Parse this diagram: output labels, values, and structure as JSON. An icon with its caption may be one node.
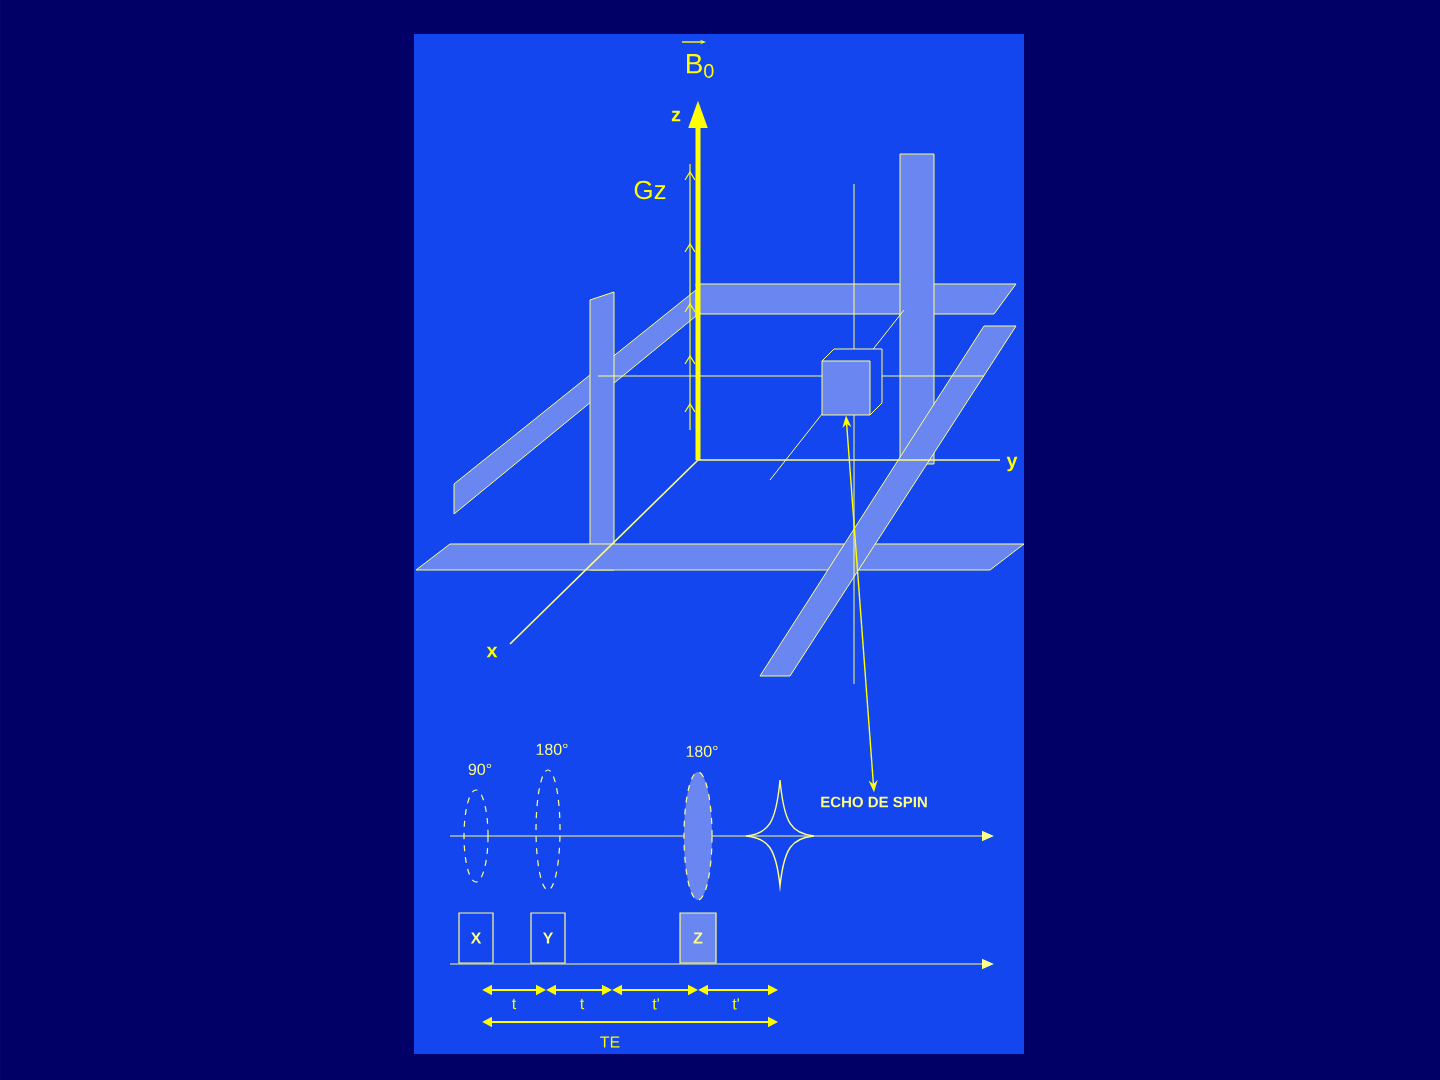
{
  "diagram": {
    "nodes": [
      {
        "text": [],
        "shape": "box"
      },
      {
        "text": [
          "90°"
        ]
      },
      {
        "text": [
          "180°"
        ]
      },
      {
        "text": [
          "180°"
        ]
      },
      {
        "text": [
          "ECHO DE SPIN"
        ]
      },
      {
        "text": [
          "X"
        ]
      },
      {
        "text": [
          "Y"
        ]
      },
      {
        "text": [
          "Z"
        ]
      }
    ],
    "edges": [
      {
        "from": 0,
        "to": 4,
        "arrow": "both"
      }
    ],
    "labels": [
      "B$_{0}$",
      "z",
      "Gz",
      "y",
      "x",
      "t",
      "t",
      "t'",
      "t'",
      "TE"
    ]
  }
}
